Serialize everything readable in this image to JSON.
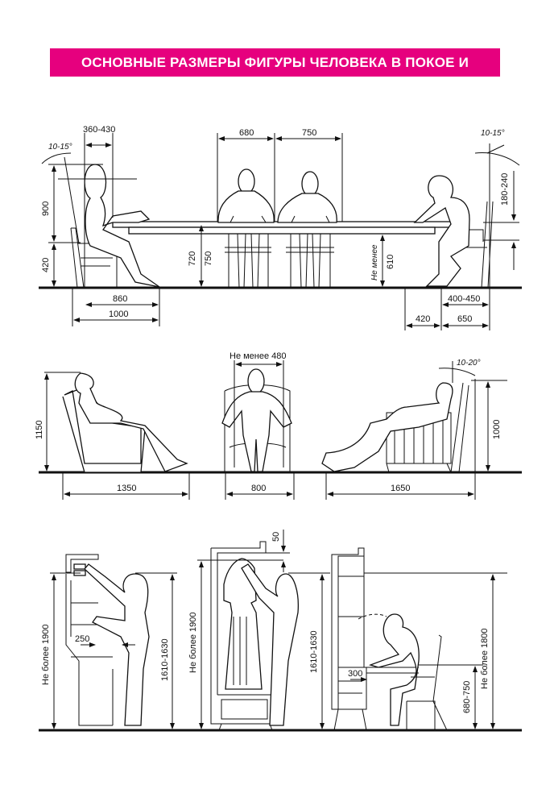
{
  "title": "ОСНОВНЫЕ РАЗМЕРЫ ФИГУРЫ ЧЕЛОВЕКА В ПОКОЕ И ДВИЖЕНИИ",
  "accent_color": "#e6007e",
  "dining": {
    "dim_360_430": "360-430",
    "angle_left": "10-15°",
    "dim_900": "900",
    "dim_420_seat": "420",
    "dim_860": "860",
    "dim_1000": "1000",
    "dim_680": "680",
    "dim_750_width": "750",
    "dim_720": "720",
    "dim_750_height": "750",
    "min_label": "Не менее",
    "dim_610": "610",
    "angle_right": "10-15°",
    "dim_180_240": "180-240",
    "dim_400_450": "400-450",
    "dim_420": "420",
    "dim_650": "650"
  },
  "armchairs": {
    "dim_1150": "1150",
    "dim_1350": "1350",
    "dim_min_480": "Не менее 480",
    "dim_800": "800",
    "angle": "10-20°",
    "dim_1000": "1000",
    "dim_1650": "1650"
  },
  "storage": {
    "dim_max_1900_a": "Не более 1900",
    "dim_250": "250",
    "dim_1610_1630_a": "1610-1630",
    "dim_50": "50",
    "dim_max_1900_b": "Не более 1900",
    "dim_1610_1630_b": "1610-1630",
    "dim_300": "300",
    "dim_680_750": "680-750",
    "dim_max_1800": "Не более 1800"
  }
}
